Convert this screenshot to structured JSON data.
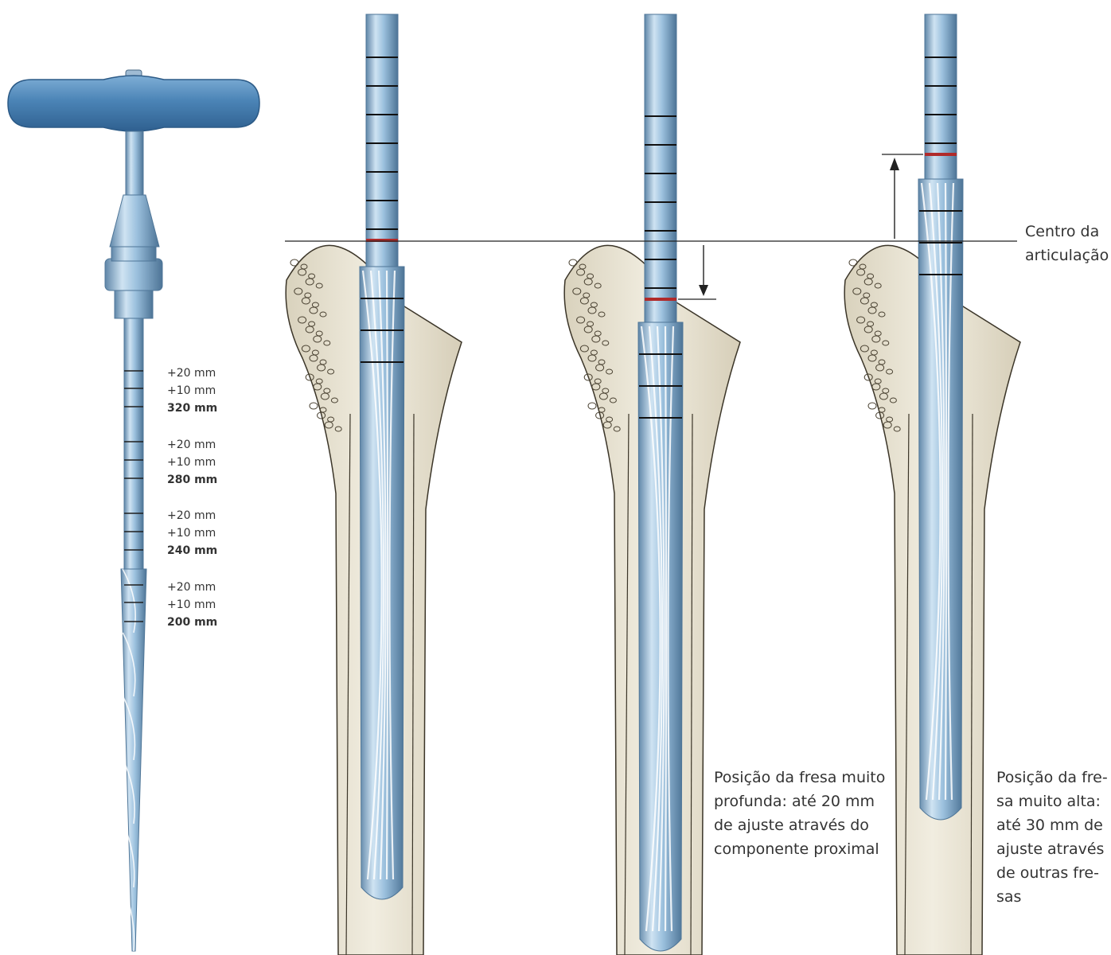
{
  "scale_labels": [
    {
      "plus20": "+20 mm",
      "plus10": "+10 mm",
      "length": "320 mm"
    },
    {
      "plus20": "+20 mm",
      "plus10": "+10 mm",
      "length": "280 mm"
    },
    {
      "plus20": "+20 mm",
      "plus10": "+10 mm",
      "length": "240 mm"
    },
    {
      "plus20": "+20 mm",
      "plus10": "+10 mm",
      "length": "200 mm"
    }
  ],
  "joint_center_label": [
    "Centro da",
    "articulação"
  ],
  "caption_too_deep": [
    "Posição da fresa muito",
    "profunda: até 20 mm",
    "de ajuste através do",
    "componente proximal"
  ],
  "caption_too_high": [
    "Posição da fre-",
    "sa muito alta:",
    "até 30 mm de",
    "ajuste através",
    "de outras fre-",
    "sas"
  ],
  "colors": {
    "handle_blue": "#4a86b8",
    "shaft_steel": "#8fb6d6",
    "bone": "#e7e1cf",
    "red_mark": "#b02a2a",
    "line": "#222222"
  },
  "icons": [
    "t-handle-reamer-icon",
    "femur-bone-icon",
    "arrow-down-icon",
    "arrow-up-icon"
  ]
}
